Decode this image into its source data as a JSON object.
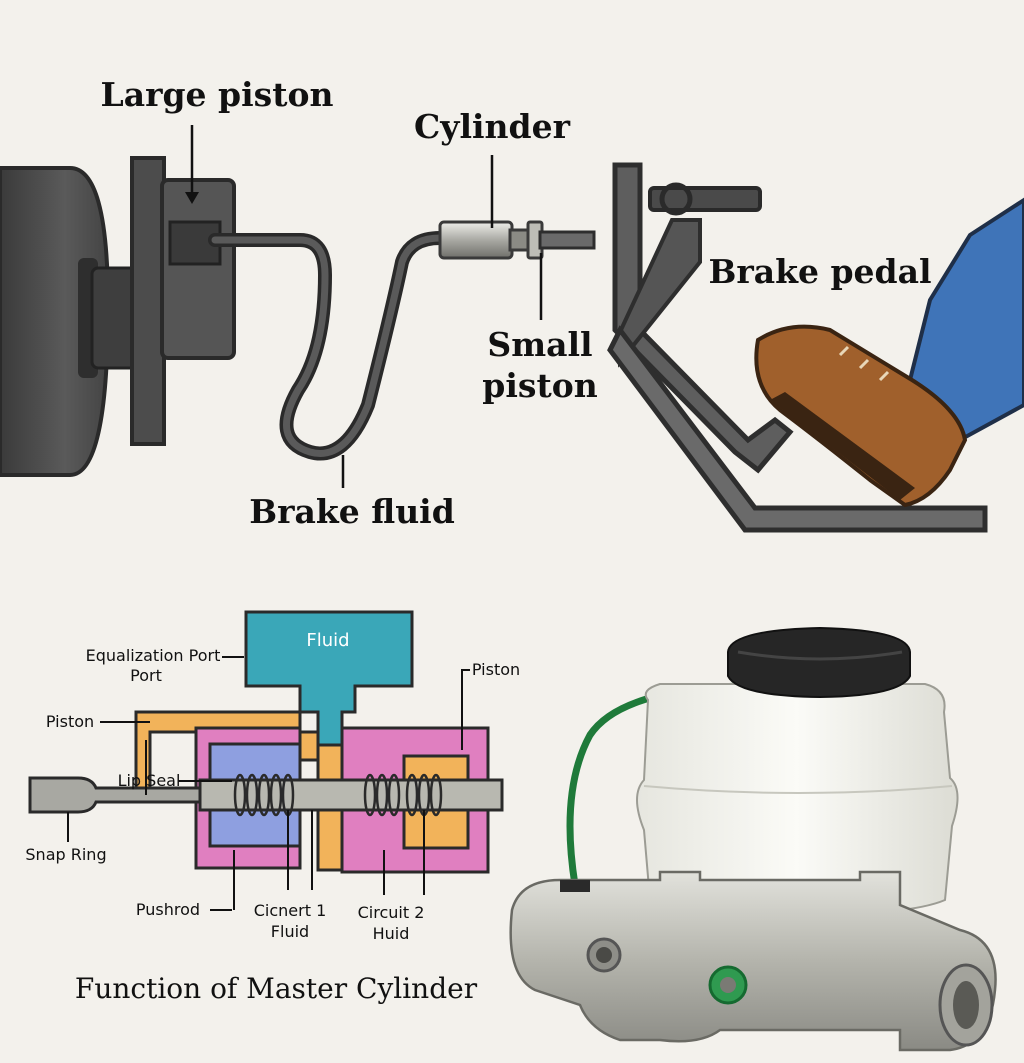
{
  "top": {
    "large_piston": "Large piston",
    "cylinder": "Cylinder",
    "brake_pedal": "Brake pedal",
    "small_piston_line1": "Small",
    "small_piston_line2": "piston",
    "brake_fluid": "Brake fluid"
  },
  "diagram": {
    "fluid": "Fluid",
    "equalization_line1": "Equalization Port",
    "equalization_line2": "Port",
    "piston_left": "Piston",
    "piston_right": "Piston",
    "lip_seal": "Lip Seal",
    "snap_ring": "Snap Ring",
    "pushrod": "Pushrod",
    "circuit1_line1": "Cicnert 1",
    "circuit1_line2": "Fluid",
    "circuit2_line1": "Circuit 2",
    "circuit2_line2": "Huid"
  },
  "caption": "Function of Master Cylinder",
  "colors": {
    "background": "#f3f1ec",
    "fluid_reservoir": "#3aa7b8",
    "orange_parts": "#f2b35a",
    "pink_body": "#e07fc0",
    "blue_chamber": "#8e9fe0",
    "metal": "#b8b8b0",
    "green_hose": "#1f7a3a",
    "jeans": "#3f74b8",
    "shoe": "#a0602c"
  },
  "icons": [
    "brake-drum",
    "brake-line",
    "brake-pedal",
    "foot-shoe",
    "reservoir-cap",
    "master-cylinder-body"
  ]
}
